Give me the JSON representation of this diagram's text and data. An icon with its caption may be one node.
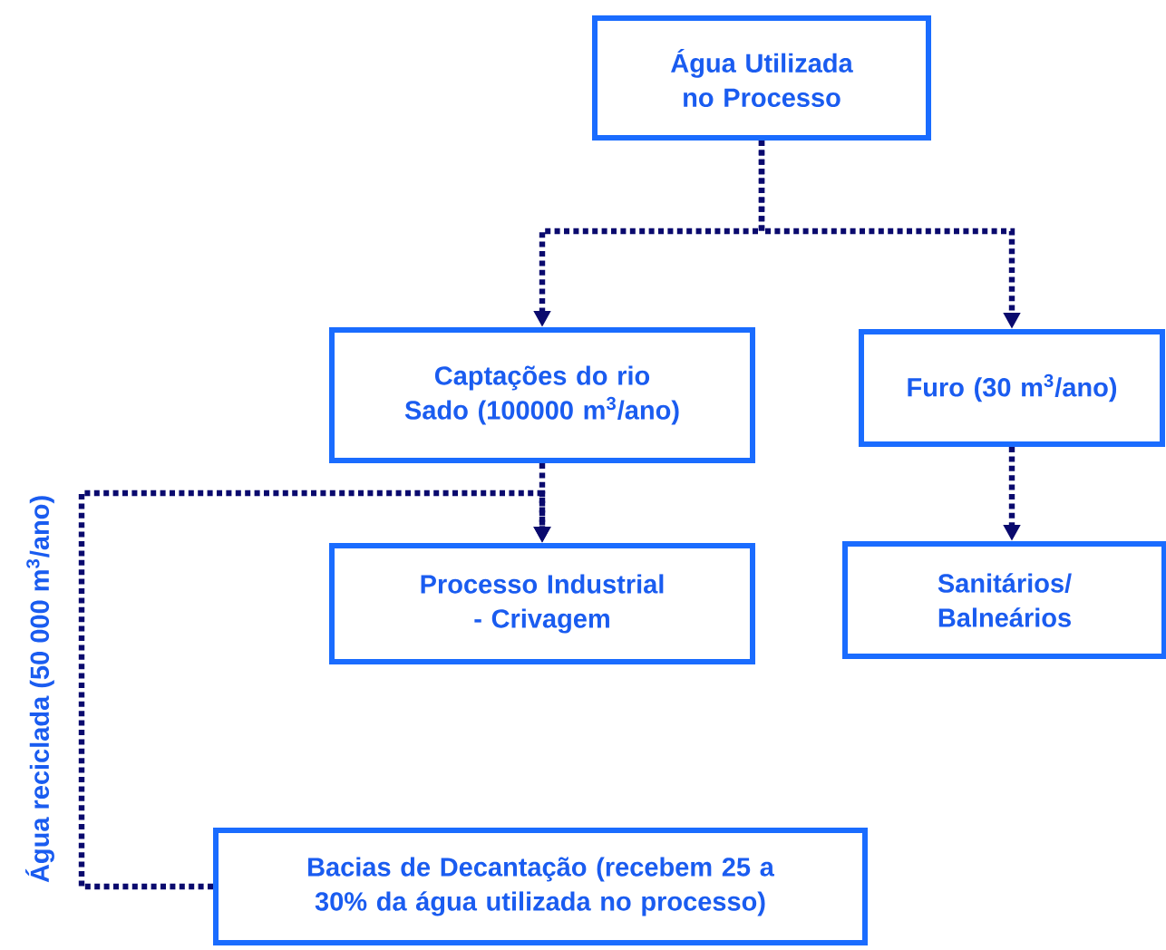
{
  "diagram": {
    "nodes": [
      {
        "text": [
          "Água Utilizada no Processo"
        ]
      },
      {
        "text": [
          "Captações do rio Sado (100000 m$^{3}$/ano)"
        ]
      },
      {
        "text": [
          "Furo (30 m$^{3}$/ano)"
        ]
      },
      {
        "text": [
          "Processo Industrial - Crivagem"
        ]
      },
      {
        "text": [
          "Sanitários/ Balneários"
        ]
      },
      {
        "text": [
          "Bacias de Decantação (recebem 25 a 30% da água utilizada no processo)"
        ]
      }
    ],
    "edges": [
      {
        "from": 0,
        "to": 1,
        "arrow": "to"
      },
      {
        "from": 0,
        "to": 2,
        "arrow": "to"
      },
      {
        "from": 1,
        "to": 3,
        "arrow": "to"
      },
      {
        "from": 2,
        "to": 4,
        "arrow": "to"
      },
      {
        "from": 5,
        "to": 3,
        "arrow": "to",
        "label": "Água reciclada (50 000 m$^{3}$/ano)"
      }
    ]
  }
}
